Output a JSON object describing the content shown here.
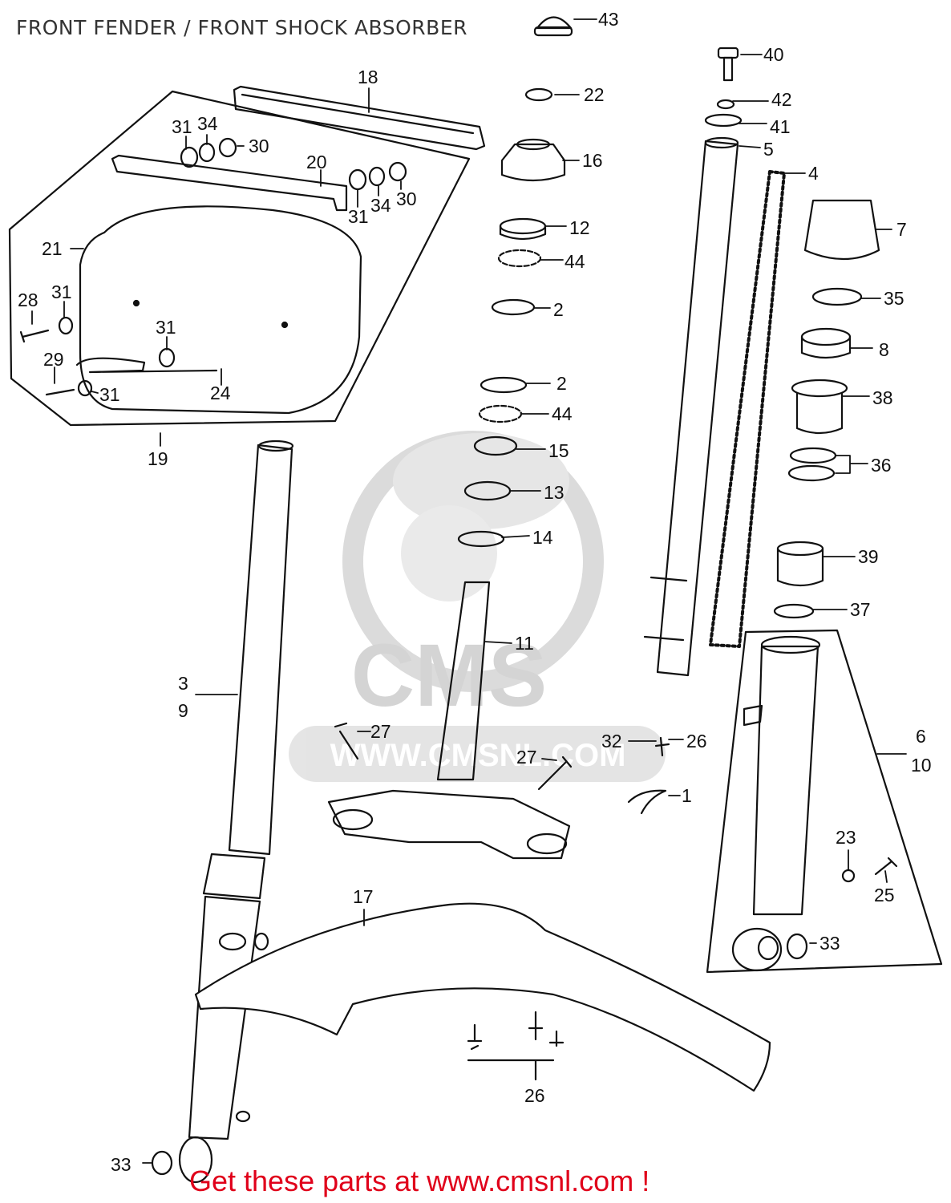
{
  "title": "FRONT FENDER / FRONT SHOCK ABSORBER",
  "footer": "Get these parts at www.cmsnl.com !",
  "watermark": {
    "brand": "CMS",
    "url": "WWW.CMSNL.COM"
  },
  "colors": {
    "line": "#111111",
    "footer": "#e0001a",
    "watermark": "#d0d0d0"
  },
  "labels": [
    {
      "id": "43",
      "text": "43"
    },
    {
      "id": "40",
      "text": "40"
    },
    {
      "id": "18",
      "text": "18"
    },
    {
      "id": "22",
      "text": "22"
    },
    {
      "id": "42",
      "text": "42"
    },
    {
      "id": "41",
      "text": "41"
    },
    {
      "id": "5",
      "text": "5"
    },
    {
      "id": "16",
      "text": "16"
    },
    {
      "id": "31a",
      "text": "31"
    },
    {
      "id": "34a",
      "text": "34"
    },
    {
      "id": "30a",
      "text": "30"
    },
    {
      "id": "20",
      "text": "20"
    },
    {
      "id": "4",
      "text": "4"
    },
    {
      "id": "31b",
      "text": "31"
    },
    {
      "id": "34b",
      "text": "34"
    },
    {
      "id": "30b",
      "text": "30"
    },
    {
      "id": "21",
      "text": "21"
    },
    {
      "id": "12",
      "text": "12"
    },
    {
      "id": "7",
      "text": "7"
    },
    {
      "id": "44a",
      "text": "44"
    },
    {
      "id": "28",
      "text": "28"
    },
    {
      "id": "31c",
      "text": "31"
    },
    {
      "id": "35",
      "text": "35"
    },
    {
      "id": "2a",
      "text": "2"
    },
    {
      "id": "31d",
      "text": "31"
    },
    {
      "id": "8",
      "text": "8"
    },
    {
      "id": "29",
      "text": "29"
    },
    {
      "id": "24",
      "text": "24"
    },
    {
      "id": "31e",
      "text": "31"
    },
    {
      "id": "2b",
      "text": "2"
    },
    {
      "id": "38",
      "text": "38"
    },
    {
      "id": "44b",
      "text": "44"
    },
    {
      "id": "19",
      "text": "19"
    },
    {
      "id": "15",
      "text": "15"
    },
    {
      "id": "36",
      "text": "36"
    },
    {
      "id": "13",
      "text": "13"
    },
    {
      "id": "14",
      "text": "14"
    },
    {
      "id": "39",
      "text": "39"
    },
    {
      "id": "37",
      "text": "37"
    },
    {
      "id": "11",
      "text": "11"
    },
    {
      "id": "3",
      "text": "3"
    },
    {
      "id": "9",
      "text": "9"
    },
    {
      "id": "6",
      "text": "6"
    },
    {
      "id": "10",
      "text": "10"
    },
    {
      "id": "27a",
      "text": "27"
    },
    {
      "id": "32",
      "text": "32"
    },
    {
      "id": "26a",
      "text": "26"
    },
    {
      "id": "27b",
      "text": "27"
    },
    {
      "id": "1",
      "text": "1"
    },
    {
      "id": "23",
      "text": "23"
    },
    {
      "id": "25",
      "text": "25"
    },
    {
      "id": "17",
      "text": "17"
    },
    {
      "id": "33a",
      "text": "33"
    },
    {
      "id": "26b",
      "text": "26"
    },
    {
      "id": "33b",
      "text": "33"
    }
  ]
}
